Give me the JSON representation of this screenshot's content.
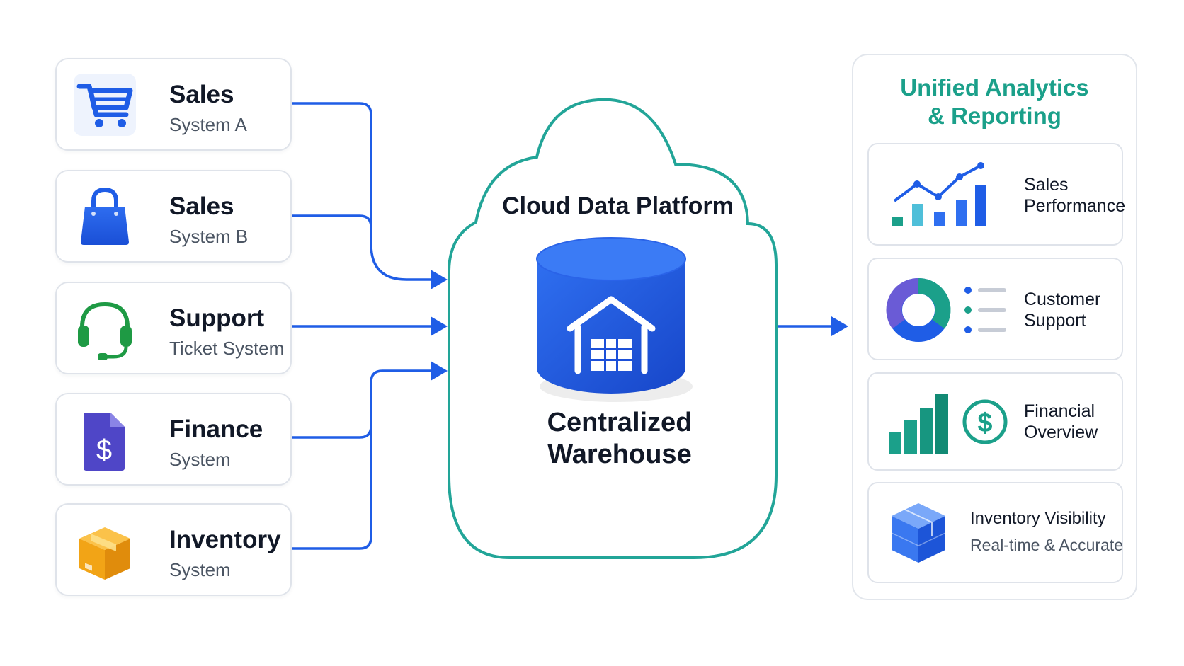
{
  "sources": [
    {
      "title": "Sales",
      "subtitle": "System A",
      "icon": "shopping-cart-icon"
    },
    {
      "title": "Sales",
      "subtitle": "System B",
      "icon": "shopping-bag-icon"
    },
    {
      "title": "Support",
      "subtitle": "Ticket System",
      "icon": "headset-icon"
    },
    {
      "title": "Finance",
      "subtitle": "System",
      "icon": "dollar-document-icon"
    },
    {
      "title": "Inventory",
      "subtitle": "System",
      "icon": "package-box-icon"
    }
  ],
  "platform": {
    "title": "Cloud Data Platform",
    "warehouse_line1": "Centralized",
    "warehouse_line2": "Warehouse",
    "icon": "warehouse-database-icon"
  },
  "outputs": {
    "title_line1": "Unified Analytics",
    "title_line2": "& Reporting",
    "items": [
      {
        "line1": "Sales",
        "line2": "Performance",
        "icon": "line-bar-chart-icon"
      },
      {
        "line1": "Customer",
        "line2": "Support",
        "icon": "donut-chart-icon"
      },
      {
        "line1": "Financial",
        "line2": "Overview",
        "icon": "bar-chart-dollar-icon"
      },
      {
        "line1": "Inventory Visibility",
        "line2": "Real-time & Accurate",
        "icon": "cube-icon"
      }
    ]
  },
  "colors": {
    "accent_blue": "#1f5de6",
    "accent_teal": "#1ba08a",
    "cloud_outline": "#22a598",
    "finance_purple": "#4f46c7",
    "inventory_orange": "#f2a416",
    "support_green": "#1e9a44"
  }
}
